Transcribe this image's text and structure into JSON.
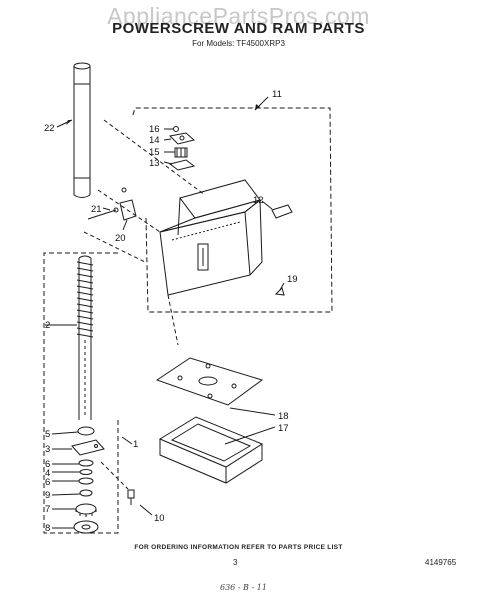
{
  "header": {
    "watermark": "AppliancePartsPros.com",
    "title": "POWERSCREW AND RAM PARTS",
    "models": "For Models: TF4500XRP3"
  },
  "callouts": [
    "22",
    "11",
    "16",
    "14",
    "15",
    "13",
    "12",
    "21",
    "20",
    "19",
    "2",
    "18",
    "17",
    "1",
    "5",
    "3",
    "6",
    "4",
    "6",
    "9",
    "7",
    "8",
    "10"
  ],
  "footer": {
    "note": "FOR ORDERING INFORMATION REFER TO PARTS PRICE LIST",
    "page_number": "3",
    "part_code": "4149765",
    "handwritten": "636 - B - 11"
  },
  "colors": {
    "line": "#1a1a1a",
    "watermark": "#c8c8c8"
  }
}
